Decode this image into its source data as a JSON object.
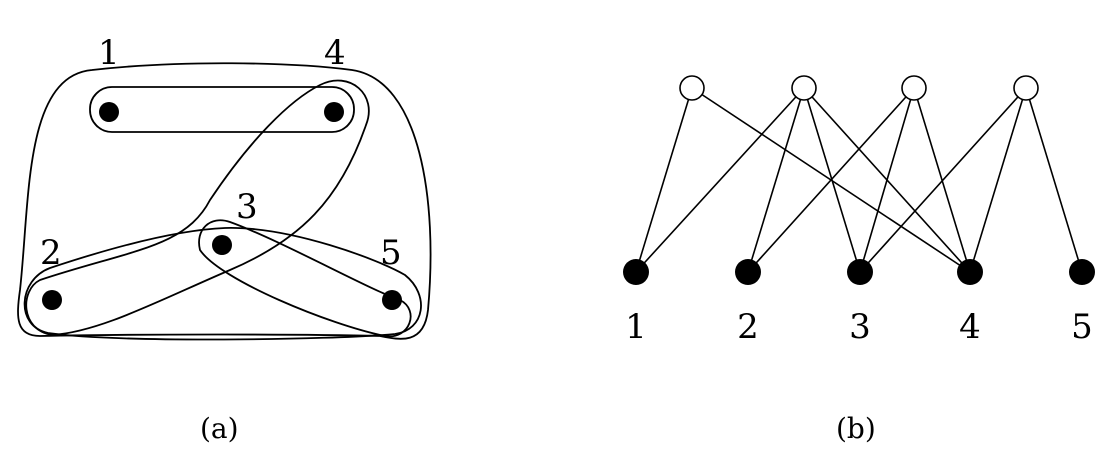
{
  "panel_a": {
    "caption": "(a)",
    "labels": {
      "v1": "1",
      "v2": "2",
      "v3": "3",
      "v4": "4",
      "v5": "5"
    }
  },
  "panel_b": {
    "caption": "(b)",
    "bottom_labels": [
      "1",
      "2",
      "3",
      "4",
      "5"
    ],
    "edges": [
      [
        0,
        0
      ],
      [
        0,
        3
      ],
      [
        1,
        0
      ],
      [
        1,
        1
      ],
      [
        1,
        2
      ],
      [
        1,
        3
      ],
      [
        2,
        1
      ],
      [
        2,
        2
      ],
      [
        2,
        3
      ],
      [
        3,
        2
      ],
      [
        3,
        3
      ],
      [
        3,
        4
      ]
    ]
  }
}
